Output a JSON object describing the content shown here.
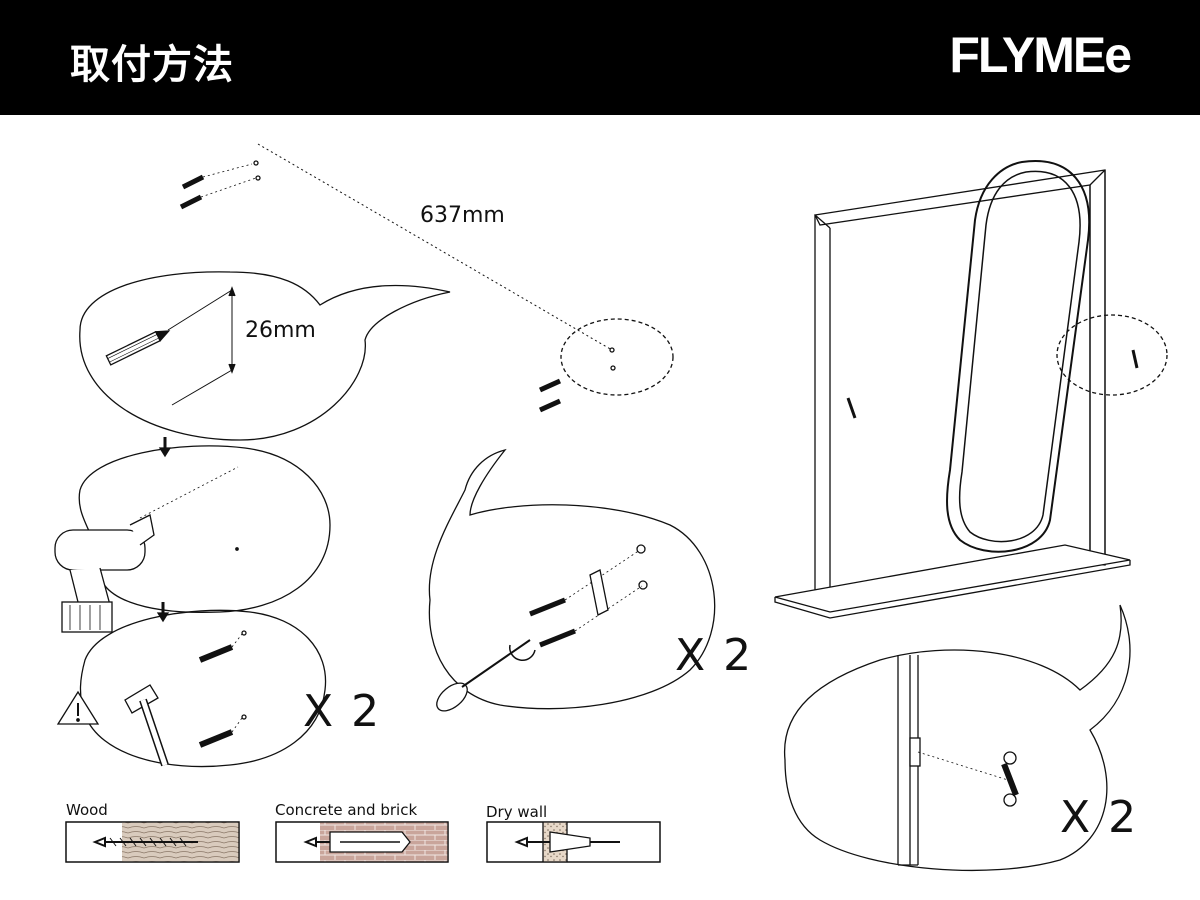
{
  "header": {
    "title": "取付方法",
    "brand": "FLYMEe"
  },
  "dimensions": {
    "hole_spacing": "637mm",
    "drill_depth": "26mm"
  },
  "multipliers": {
    "anchors": "X 2",
    "hooks": "X 2",
    "hang": "X 2"
  },
  "materials": {
    "wood": "Wood",
    "concrete": "Concrete and brick",
    "drywall": "Dry wall"
  }
}
